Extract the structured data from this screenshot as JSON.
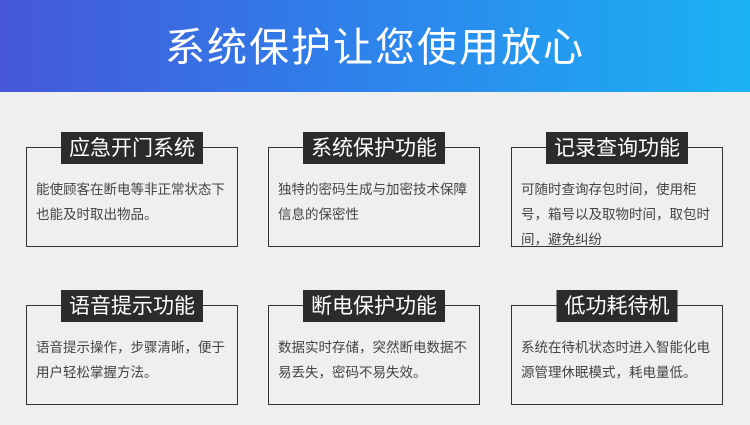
{
  "banner": {
    "title": "系统保护让您使用放心"
  },
  "features": [
    {
      "title": "应急开门系统",
      "description": "能使顾客在断电等非正常状态下也能及时取出物品。"
    },
    {
      "title": "系统保护功能",
      "description": "独特的密码生成与加密技术保障信息的保密性"
    },
    {
      "title": "记录查询功能",
      "description": "可随时查询存包时间，使用柜号，箱号以及取物时间，取包时间，避免纠纷"
    },
    {
      "title": "语音提示功能",
      "description": "语音提示操作，步骤清晰，便于用户轻松掌握方法。"
    },
    {
      "title": "断电保护功能",
      "description": "数据实时存储，突然断电数据不易丢失，密码不易失效。"
    },
    {
      "title": "低功耗待机",
      "description": "系统在待机状态时进入智能化电源管理休眠模式，耗电量低。"
    }
  ]
}
